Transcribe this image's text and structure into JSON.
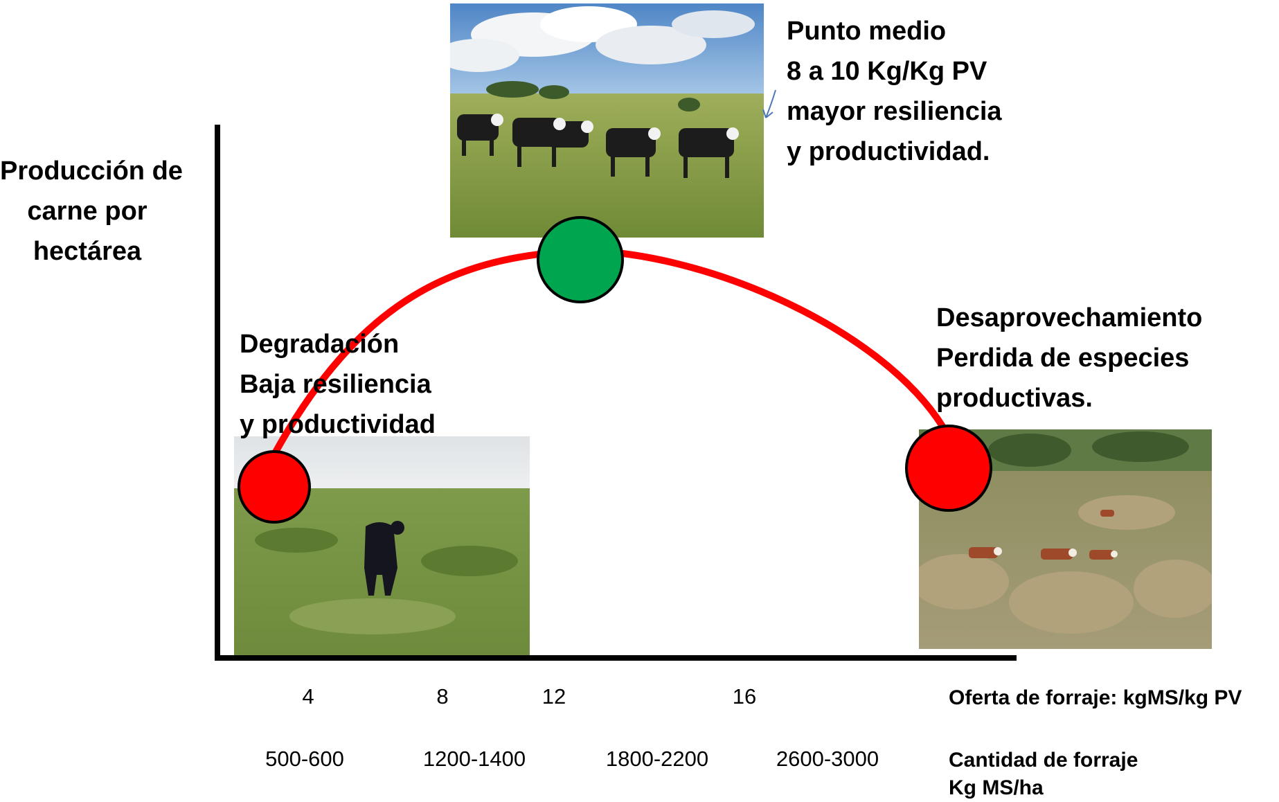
{
  "y_axis_label": [
    "Producción de",
    "carne por",
    "hectárea"
  ],
  "annotations": {
    "punto_medio": [
      "Punto medio",
      "8 a 10 Kg/Kg PV",
      "mayor resiliencia",
      "y productividad."
    ],
    "degradacion": [
      "Degradación",
      "Baja  resiliencia",
      "y productividad"
    ],
    "desaprovechamiento": [
      "Desaprovechamiento",
      "Perdida de especies",
      "productivas."
    ]
  },
  "oferta": {
    "ticks": [
      "4",
      "8",
      "12",
      "16"
    ],
    "label": "Oferta de forraje: kgMS/kg PV"
  },
  "cantidad": {
    "ticks": [
      "500-600",
      "1200-1400",
      "1800-2200",
      "2600-3000"
    ],
    "label": [
      "Cantidad de forraje",
      "Kg MS/ha"
    ]
  },
  "markers": [
    {
      "name": "degradation-point",
      "color": "#ff0000"
    },
    {
      "name": "optimum-point",
      "color": "#00a550"
    },
    {
      "name": "underuse-point",
      "color": "#ff0000"
    }
  ],
  "curve_color": "#ff0000",
  "photos": [
    {
      "name": "photo-cattle-healthy-pasture",
      "subject": "black cattle on green pasture under cloudy sky"
    },
    {
      "name": "photo-degraded-pasture",
      "subject": "single black calf on short grazed grass"
    },
    {
      "name": "photo-underused-pasture",
      "subject": "hereford cattle in tall dry grass"
    }
  ]
}
